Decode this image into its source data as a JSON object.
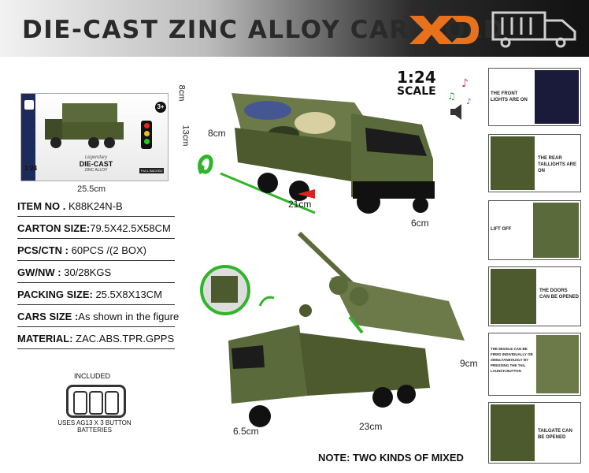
{
  "header": {
    "title": "DIE-CAST ZINC ALLOY CAR MOLD",
    "logo_text": "XD"
  },
  "box": {
    "age": "3+",
    "scale": "1:24",
    "brand_line1": "Legendary",
    "brand_line2": "DIE-CAST",
    "brand_line3": "ZINC ALLOY",
    "badge": "PULL BACKED",
    "dim_width": "25.5cm",
    "dim_height": "13cm",
    "dim_depth": "8cm"
  },
  "specs": [
    {
      "label": "ITEM NO .",
      "value": "K88K24N-B"
    },
    {
      "label": "CARTON SIZE:",
      "value": "79.5X42.5X58CM"
    },
    {
      "label": "PCS/CTN :",
      "value": "60PCS /(2 BOX)"
    },
    {
      "label": "GW/NW :",
      "value": "30/28KGS"
    },
    {
      "label": "PACKING SIZE:",
      "value": "25.5X8X13CM"
    },
    {
      "label": "CARS SIZE :",
      "value": "As shown in the figure"
    },
    {
      "label": "MATERIAL:",
      "value": "ZAC.ABS.TPR.GPPS"
    }
  ],
  "battery": {
    "included": "INCLUDED",
    "uses": "USES AG13 X 3 BUTTON",
    "batteries": "BATTERIES"
  },
  "scale": {
    "ratio": "1:24",
    "label": "SCALE"
  },
  "truck1": {
    "height": "8cm",
    "length": "21cm",
    "width": "6cm"
  },
  "truck2": {
    "height": "9cm",
    "length": "23cm",
    "width": "6.5cm"
  },
  "panels": [
    {
      "text": "THE FRONT LIGHTS ARE ON"
    },
    {
      "text": "THE REAR TAILLIGHTS ARE ON"
    },
    {
      "text": "LIFT OFF"
    },
    {
      "text": "THE DOORS CAN BE OPENED"
    },
    {
      "text": "THE MISSILE CAN BE FIRED INDIVIDUALLY OR SIMULTANEOUSLY BY PRESSING THE TAIL LAUNCH BUTTON"
    },
    {
      "text": "TAILGATE CAN BE OPENED"
    }
  ],
  "note": "NOTE: TWO KINDS OF MIXED",
  "colors": {
    "accent": "#e8721c",
    "camo_green": "#4d5a2e",
    "arrow_green": "#2fb52a"
  }
}
